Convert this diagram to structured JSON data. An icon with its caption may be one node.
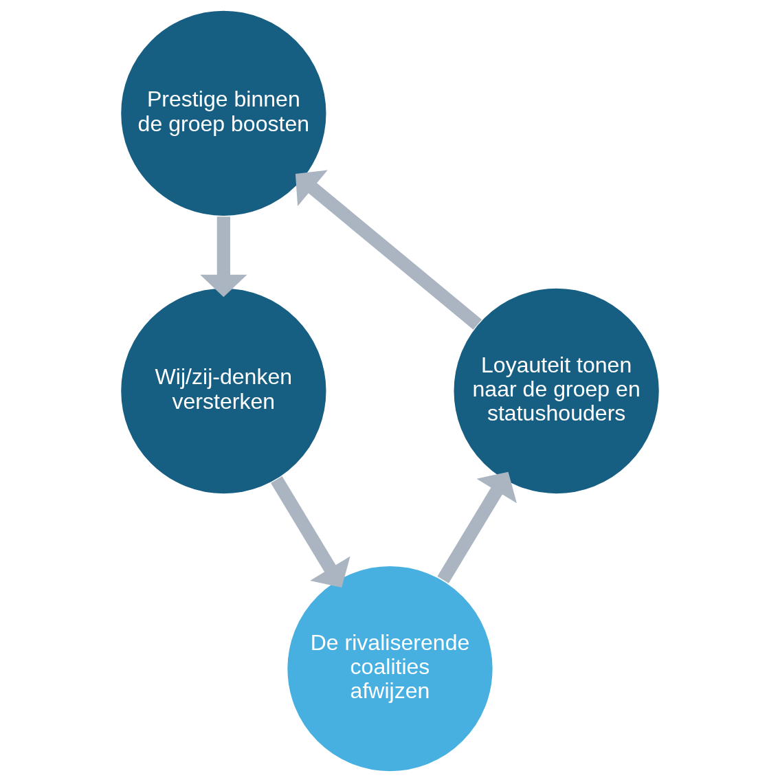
{
  "diagram": {
    "nodes": [
      {
        "text": [
          "Prestige binnen de groep boosten"
        ]
      },
      {
        "text": [
          "Wij/zij-denken versterken"
        ]
      },
      {
        "text": [
          "De rivaliserende coalities afwijzen"
        ]
      },
      {
        "text": [
          "Loyauteit tonen naar de groep en statushouders"
        ]
      }
    ],
    "edges": [
      {
        "from": 0,
        "to": 1,
        "arrow": "to"
      },
      {
        "from": 1,
        "to": 2,
        "arrow": "to"
      },
      {
        "from": 2,
        "to": 3,
        "arrow": "to"
      },
      {
        "from": 3,
        "to": 0,
        "arrow": "to"
      }
    ]
  }
}
